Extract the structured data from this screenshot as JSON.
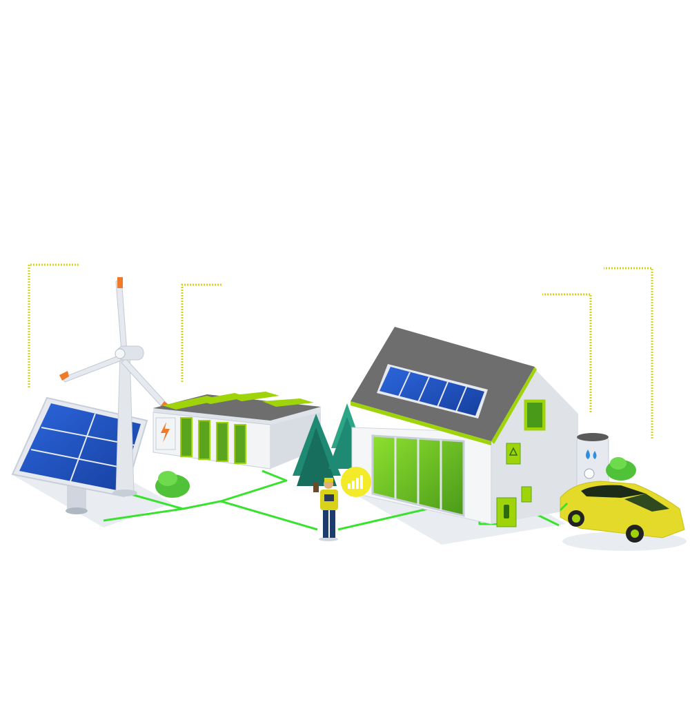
{
  "colors": {
    "background": "#ffffff",
    "grid_line": "#39e22e",
    "accent_lime": "#9fd30a",
    "panel_blue": "#1f54c9",
    "panel_frame": "#e6eaf0",
    "roof_gray": "#6e6e6e",
    "wall_white": "#f2f4f6",
    "tree_teal": "#1f8a73",
    "car_yellow": "#e3da2a",
    "battery_orange": "#f07a2a",
    "dotted_line": "#d8d21a"
  },
  "scene": {
    "elements": [
      "solar-panel-array",
      "wind-turbine",
      "battery-storage-units",
      "evergreen-trees",
      "engineer-with-tablet",
      "energy-chart-bubble",
      "house-with-rooftop-solar",
      "electrical-meter-boxes",
      "water-heater-tank",
      "electric-car-charging"
    ]
  }
}
